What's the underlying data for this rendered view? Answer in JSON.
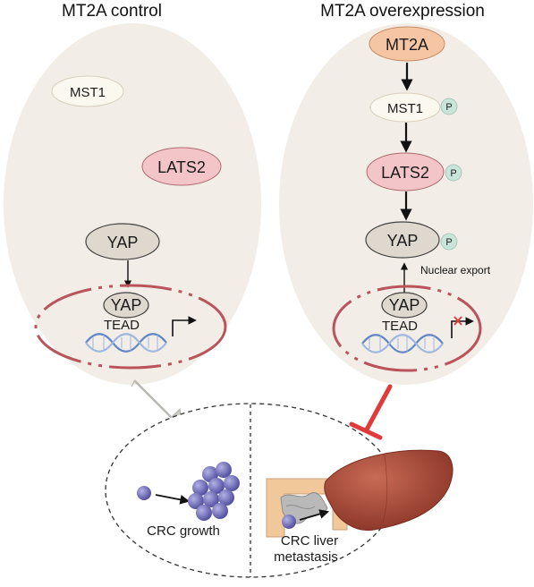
{
  "panels": {
    "control_title": "MT2A control",
    "overexpression_title": "MT2A overexpression"
  },
  "nodes": {
    "mst1": "MST1",
    "lats2": "LATS2",
    "yap": "YAP",
    "tead": "TEAD",
    "mt2a": "MT2A",
    "phospho": "P"
  },
  "annotations": {
    "nuclear_export": "Nuclear export"
  },
  "outcomes": {
    "crc_growth": "CRC growth",
    "crc_liver_line1": "CRC liver",
    "crc_liver_line2": "metastasis"
  },
  "colors": {
    "cell_fill": "#f2ede6",
    "mst1_fill": "#fbf8ef",
    "lats2_fill": "#f3c4c8",
    "yap_fill": "#ded8cf",
    "mt2a_fill": "#f6c6a4",
    "p_badge_fill": "#c9e4d9",
    "nucleus_border": "#b9545c",
    "dna_blue": "#5f86c6",
    "inhibit_red": "#e03a3a",
    "promote_gray": "#c8c8c2",
    "tumor_cell": "#6a68b0",
    "liver": "#a9493a"
  }
}
